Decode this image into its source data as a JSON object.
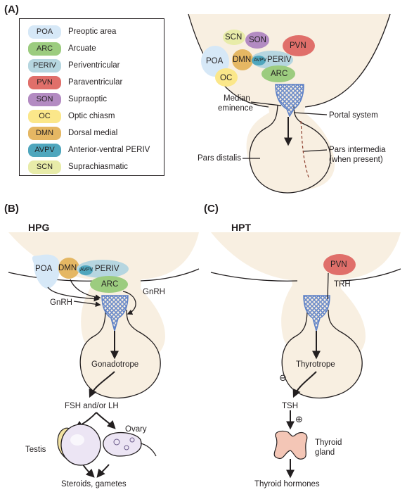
{
  "panels": {
    "a": "(A)",
    "b": "(B)",
    "c": "(C)"
  },
  "legend": [
    {
      "abbr": "POA",
      "name": "Preoptic area",
      "color": "#d6e8f7"
    },
    {
      "abbr": "ARC",
      "name": "Arcuate",
      "color": "#9ccc7f"
    },
    {
      "abbr": "PERIV",
      "name": "Periventricular",
      "color": "#b6d6e0"
    },
    {
      "abbr": "PVN",
      "name": "Paraventricular",
      "color": "#e06f6a"
    },
    {
      "abbr": "SON",
      "name": "Supraoptic",
      "color": "#b38bc2"
    },
    {
      "abbr": "OC",
      "name": "Optic chiasm",
      "color": "#fbe78a"
    },
    {
      "abbr": "DMN",
      "name": "Dorsal medial",
      "color": "#e5b763"
    },
    {
      "abbr": "AVPV",
      "name": "Anterior-ventral PERIV",
      "color": "#4fa6bd"
    },
    {
      "abbr": "SCN",
      "name": "Suprachiasmatic",
      "color": "#e8eca9"
    }
  ],
  "panel_a": {
    "nuclei": {
      "scn": "SCN",
      "son": "SON",
      "pvn": "PVN",
      "poa": "POA",
      "dmn": "DMN",
      "avpv": "AVPV",
      "periv": "PERIV",
      "arc": "ARC",
      "oc": "OC"
    },
    "labels": {
      "median_1": "Median",
      "median_2": "eminence",
      "portal": "Portal system",
      "pars_distalis": "Pars distalis",
      "pars_intermedia_1": "Pars intermedia",
      "pars_intermedia_2": "(when present)"
    }
  },
  "panel_b": {
    "title": "HPG",
    "nuclei": {
      "poa": "POA",
      "dmn": "DMN",
      "avpv": "AVPV",
      "periv": "PERIV",
      "arc": "ARC"
    },
    "gnrh_left": "GnRH",
    "gnrh_right": "GnRH",
    "gonadotrope": "Gonadotrope",
    "hormone": "FSH and/or LH",
    "testis": "Testis",
    "ovary": "Ovary",
    "output": "Steroids, gametes"
  },
  "panel_c": {
    "title": "HPT",
    "pvn": "PVN",
    "trh": "TRH",
    "thyrotrope": "Thyrotrope",
    "minus": "⊖",
    "tsh": "TSH",
    "plus": "⊕",
    "thyroid_1": "Thyroid",
    "thyroid_2": "gland",
    "output": "Thyroid hormones"
  },
  "colors": {
    "brain": "#f8efe1",
    "vessel": "#5b7fc6",
    "outline": "#231f20"
  }
}
